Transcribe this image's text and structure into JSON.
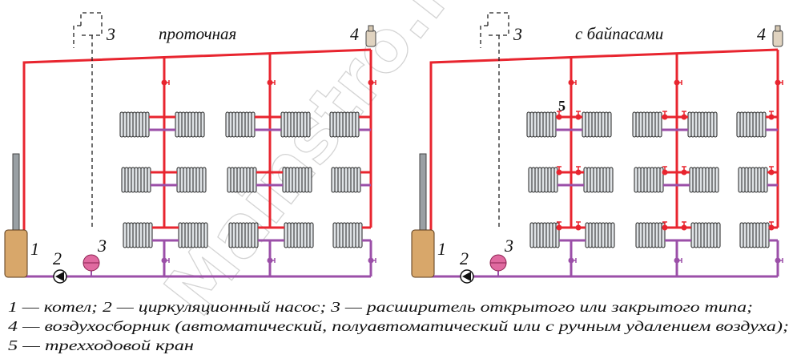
{
  "colors": {
    "supply": "#e8252f",
    "return": "#9b4fa8",
    "radiator": "#555555",
    "boiler": "#d8a76a"
  },
  "panels": [
    {
      "title": "проточная",
      "labels": {
        "boiler": "1",
        "pump": "2",
        "tank": "3",
        "tank_open": "3",
        "air_vent": "4"
      },
      "bypass": false
    },
    {
      "title": "с байпасами",
      "labels": {
        "boiler": "1",
        "pump": "2",
        "tank": "3",
        "tank_open": "3",
        "air_vent": "4",
        "valve3": "5"
      },
      "bypass": true
    }
  ],
  "watermark": "Mainstro.ru",
  "legend": [
    "1 — котел; 2 — циркуляционный насос; 3 — расширитель открытого или закрытого типа;",
    "4 — воздухосборник (автоматический, полуавтоматический или с ручным удалением воздуха);",
    "5 — трехходовой кран"
  ]
}
